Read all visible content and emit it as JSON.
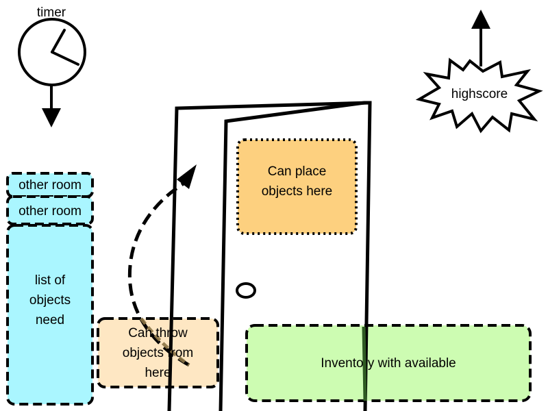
{
  "timer": {
    "label": "timer"
  },
  "highscore": {
    "label": "highscore"
  },
  "rooms": [
    {
      "label": "other room"
    },
    {
      "label": "other room"
    }
  ],
  "objects_list": {
    "label_lines": [
      "list of",
      "objects",
      "need"
    ]
  },
  "throw_zone": {
    "label_lines": [
      "Can throw",
      "objects from",
      "here"
    ]
  },
  "place_zone": {
    "label_lines": [
      "Can place",
      "objects here"
    ]
  },
  "inventory": {
    "label": "Inventory with available"
  },
  "colors": {
    "room_fill": "#aaf6ff",
    "list_fill": "#aaf6ff",
    "throw_fill": "#fee7c3",
    "place_fill": "#fdd07f",
    "inventory_fill": "#cdfcb2",
    "stroke": "#000000",
    "throw_path": "#8c7647"
  },
  "icons": {
    "timer": "clock-icon",
    "timer_arrow": "arrow-down-icon",
    "highscore_arrow": "arrow-up-icon",
    "highscore_shape": "starburst-icon",
    "door": "door-icon",
    "throw_trajectory": "curved-arrow-icon"
  }
}
